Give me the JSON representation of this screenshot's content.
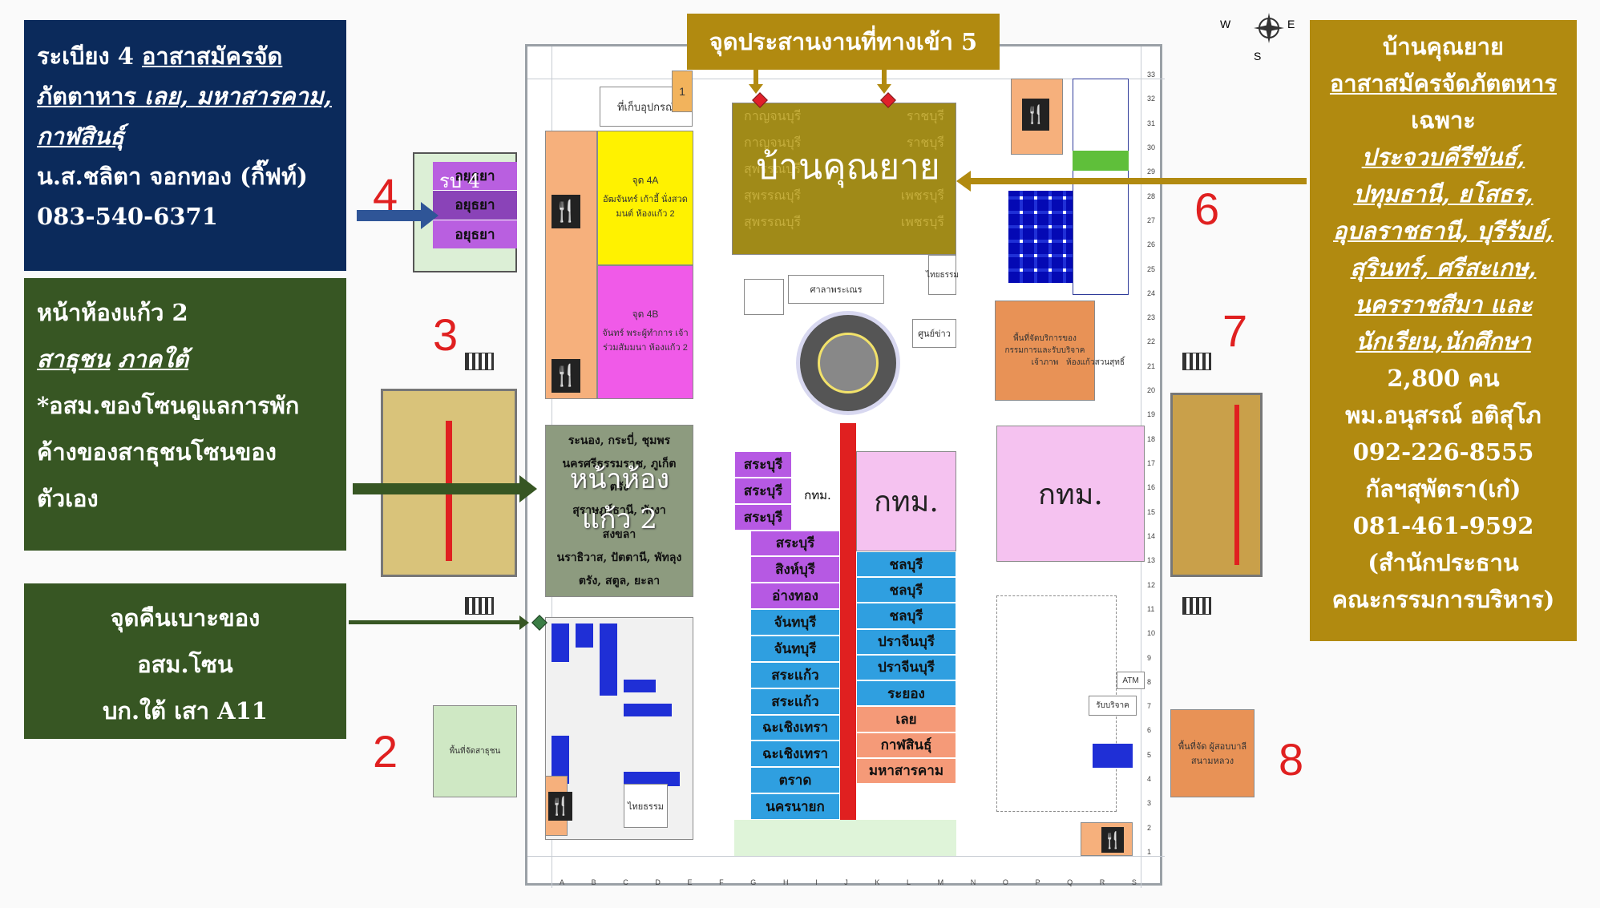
{
  "panel_blue": {
    "line1_plain": "ระเบียง 4 ",
    "line1_ul": "อาสาสมัครจัด",
    "line2": "ภัตตาหาร ",
    "line2_italic": "เลย, มหาสารคาม,",
    "line3": "กาฬสินธุ์",
    "line4": "น.ส.ชลิตา จอกทอง (กิ๊ฟท์)",
    "line5": "083-540-6371"
  },
  "panel_green1": {
    "line1": "หน้าห้องแก้ว 2",
    "line2_ul": "สาธุชน",
    "line2_italic": "ภาคใต้",
    "line3": "*อสม.ของโซนดูแลการพัก",
    "line4": "ค้างของสาธุชนโซนของ",
    "line5": "ตัวเอง"
  },
  "panel_green2": {
    "line1": "จุดคืนเบาะของ",
    "line2": "อสม.โซน",
    "line3": "บก.ใต้ เสา A11"
  },
  "panel_gold": {
    "line1": "บ้านคุณยาย",
    "line2": "อาสาสมัครจัดภัตตหาร",
    "line3": "เฉพาะ",
    "line4": "ประจวบคีรีขันธ์,",
    "line5": "ปทุมธานี, ยโสธร,",
    "line6": "อุบลราชธานี, บุรีรัมย์,",
    "line7": "สุรินทร์, ศรีสะเกษ,",
    "line8": "นครราชสีมา และ",
    "line9": "นักเรียน,นักศึกษา",
    "line10": "2,800 คน",
    "line11": "พม.อนุสรณ์ อติสุโภ",
    "line12": "092-226-8555",
    "line13": "กัลฯสุพัตรา(เก๋)",
    "line14": "081-461-9592",
    "line15": "(สำนักประธาน",
    "line16": "คณะกรรมการบริหาร)"
  },
  "top_banner": "จุดประสานงานที่ทางเข้า 5",
  "compass": {
    "w": "W",
    "e": "E",
    "s": "S"
  },
  "zones": {
    "baan_khun_yai": "บ้านคุณยาย",
    "baan_rows_left": [
      "กาญจนบุรี",
      "กาญจนบุรี",
      "สุพรรณบุรี",
      "สุพรรณบุรี",
      "สุพรรณบุรี"
    ],
    "baan_rows_right": [
      "ราชบุรี",
      "ราชบุรี",
      "",
      "เพชรบุรี",
      "เพชรบุรี"
    ],
    "rob4": "รบ 4",
    "ayutthaya": [
      "อยุธยา",
      "อยุธยา",
      "อยุธยา"
    ],
    "glass_room_label": "หน้าห้อง แก้ว 2",
    "south_provinces": [
      "ระนอง, กระบี่, ชุมพร",
      "นครศรีธรรมราช, ภูเก็ต",
      "ตรัง",
      "สุราษฎร์ธานี, พังงา",
      "สงขลา",
      "นราธิวาส, ปัตตานี, พัทลุง",
      "ตรัง, สตูล, ยะลา"
    ],
    "bkk1": "กทม.",
    "bkk2": "กทม.",
    "bkk_small": "กทม.",
    "zone4a": "จุด 4A",
    "zone4a_desc": "อัฒจันทร์ เก้าอี้ นั่งสวดมนต์ ห้องแก้ว 2",
    "zone4b": "จุด 4B",
    "zone4b_desc": "จันทร์ พระผู้ทำการ เจ้าร่วมสัมมนา ห้องแก้ว 2",
    "storage": "ที่เก็บอุปกรณ์",
    "sala": "ศาลาพระเณร",
    "info_center": "ศูนย์ข่าว",
    "thai_dharma": "ไทยธรรม",
    "atm": "ATM",
    "reception": "รับบริจาค",
    "area8": "พื้นที่จัด ผู้สอบบาลี สนามหลวง",
    "area6_box": "พื้นที่จัดบริการของกรรมการและรับบริจาคเจ้าภาพ",
    "area2": "พื้นที่จัดสาธุชน",
    "glass_room_7": "ห้องแก้วสวนสุทธิ์",
    "coordination_box": "1"
  },
  "center_left_col": [
    "สระบุรี",
    "สระบุรี",
    "สระบุรี",
    "สระบุรี",
    "สิงห์บุรี",
    "อ่างทอง",
    "จันทบุรี",
    "จันทบุรี",
    "สระแก้ว",
    "สระแก้ว",
    "ฉะเชิงเทรา",
    "ฉะเชิงเทรา",
    "ตราด",
    "นครนายก"
  ],
  "center_right_col": [
    "ชลบุรี",
    "ชลบุรี",
    "ชลบุรี",
    "ปราจีนบุรี",
    "ปราจีนบุรี",
    "ระยอง",
    "เลย",
    "กาฬสินธุ์",
    "มหาสารคาม"
  ],
  "area_numbers": {
    "n2": "2",
    "n3": "3",
    "n4": "4",
    "n6": "6",
    "n7": "7",
    "n8": "8"
  },
  "row_labels": [
    "33",
    "32",
    "31",
    "30",
    "29",
    "28",
    "27",
    "26",
    "25",
    "24",
    "23",
    "22",
    "21",
    "20",
    "19",
    "18",
    "17",
    "16",
    "15",
    "14",
    "13",
    "12",
    "11",
    "10",
    "9",
    "8",
    "7",
    "6",
    "5",
    "4",
    "3",
    "2",
    "1"
  ],
  "col_labels": [
    "A",
    "B",
    "C",
    "D",
    "E",
    "F",
    "G",
    "H",
    "I",
    "J",
    "K",
    "L",
    "M",
    "N",
    "O",
    "P",
    "Q",
    "R",
    "S"
  ],
  "colors": {
    "panel_blue": "#0b2a5b",
    "panel_green": "#375623",
    "panel_gold": "#b18a10",
    "center_purple": "#b659e3",
    "center_blue": "#2f9fe0",
    "center_salmon": "#f59a78",
    "bkk_pink": "#f5c2f0",
    "olive_khun_yai": "#a08a18",
    "south_gray": "#8d9b7f",
    "yellow_4a": "#fff200",
    "magenta_4b": "#f05ae8",
    "orange_left": "#f6b07c"
  }
}
